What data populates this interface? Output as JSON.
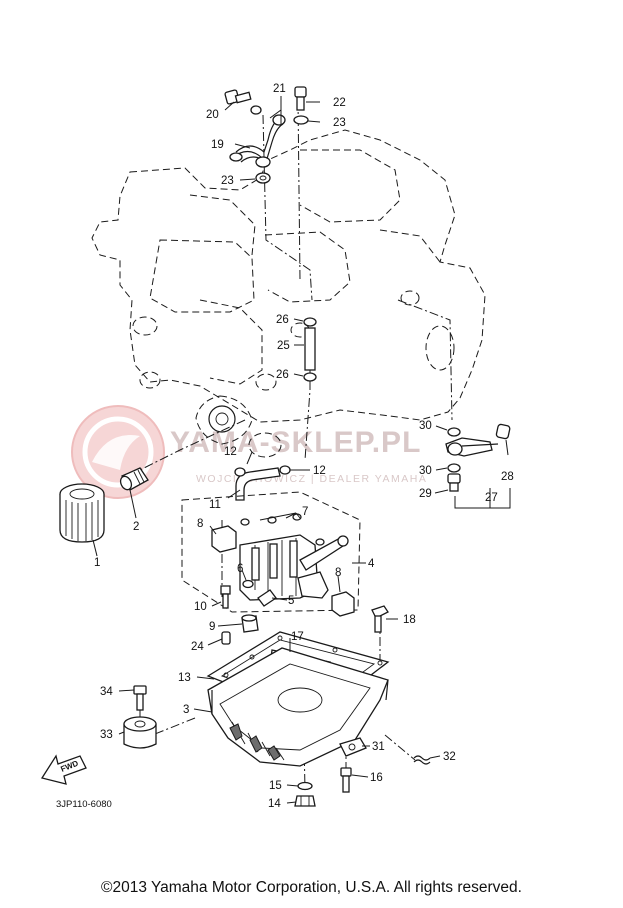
{
  "diagram": {
    "callouts": [
      {
        "id": "c1",
        "label": "1"
      },
      {
        "id": "c2",
        "label": "2"
      },
      {
        "id": "c3",
        "label": "3"
      },
      {
        "id": "c4",
        "label": "4"
      },
      {
        "id": "c5",
        "label": "5"
      },
      {
        "id": "c6",
        "label": "6"
      },
      {
        "id": "c7",
        "label": "7"
      },
      {
        "id": "c8a",
        "label": "8"
      },
      {
        "id": "c8b",
        "label": "8"
      },
      {
        "id": "c9",
        "label": "9"
      },
      {
        "id": "c10",
        "label": "10"
      },
      {
        "id": "c11",
        "label": "11"
      },
      {
        "id": "c12a",
        "label": "12"
      },
      {
        "id": "c12b",
        "label": "12"
      },
      {
        "id": "c13",
        "label": "13"
      },
      {
        "id": "c14",
        "label": "14"
      },
      {
        "id": "c15",
        "label": "15"
      },
      {
        "id": "c16",
        "label": "16"
      },
      {
        "id": "c17",
        "label": "17"
      },
      {
        "id": "c18",
        "label": "18"
      },
      {
        "id": "c19",
        "label": "19"
      },
      {
        "id": "c20",
        "label": "20"
      },
      {
        "id": "c21",
        "label": "21"
      },
      {
        "id": "c22",
        "label": "22"
      },
      {
        "id": "c23a",
        "label": "23"
      },
      {
        "id": "c23b",
        "label": "23"
      },
      {
        "id": "c24",
        "label": "24"
      },
      {
        "id": "c25",
        "label": "25"
      },
      {
        "id": "c26a",
        "label": "26"
      },
      {
        "id": "c26b",
        "label": "26"
      },
      {
        "id": "c27",
        "label": "27"
      },
      {
        "id": "c28",
        "label": "28"
      },
      {
        "id": "c29",
        "label": "29"
      },
      {
        "id": "c30a",
        "label": "30"
      },
      {
        "id": "c30b",
        "label": "30"
      },
      {
        "id": "c31",
        "label": "31"
      },
      {
        "id": "c32",
        "label": "32"
      },
      {
        "id": "c33",
        "label": "33"
      },
      {
        "id": "c34",
        "label": "34"
      }
    ],
    "direction_arrow_label": "FWD",
    "diagram_code": "3JP110-6080"
  },
  "watermark": {
    "brand": "YAMA-SKLEP.PL",
    "tagline": "WOJCIECHOWICZ | DEALER YAMAHA",
    "color": "#d9c8c8",
    "logo_color": "#f2c7c7"
  },
  "footer": {
    "copyright": "©2013 Yamaha Motor Corporation, U.S.A. All rights reserved."
  }
}
